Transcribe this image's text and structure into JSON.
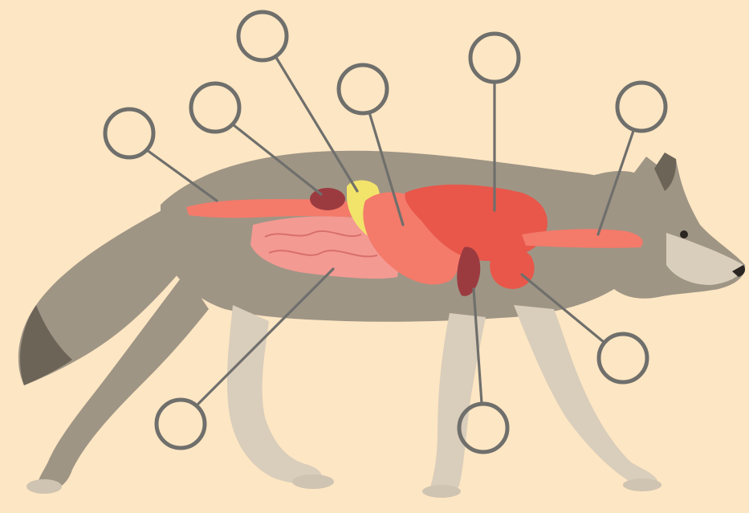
{
  "diagram": {
    "subject": "wolf-digestive-system",
    "colors": {
      "background": "#fde6c3",
      "callout": "#6f6f6c",
      "organ_red": "#e8574a",
      "organ_pink": "#f3928a",
      "organ_salmon": "#f47a6a",
      "gallbladder_yellow": "#f2e36a",
      "spleen_maroon": "#9b3b40"
    },
    "callouts": [
      {
        "id": "rectum",
        "label": ""
      },
      {
        "id": "kidney",
        "label": ""
      },
      {
        "id": "gallbladder",
        "label": ""
      },
      {
        "id": "stomach",
        "label": ""
      },
      {
        "id": "liver",
        "label": ""
      },
      {
        "id": "esophagus",
        "label": ""
      },
      {
        "id": "heart",
        "label": ""
      },
      {
        "id": "spleen",
        "label": ""
      },
      {
        "id": "small-intestine",
        "label": ""
      }
    ]
  }
}
